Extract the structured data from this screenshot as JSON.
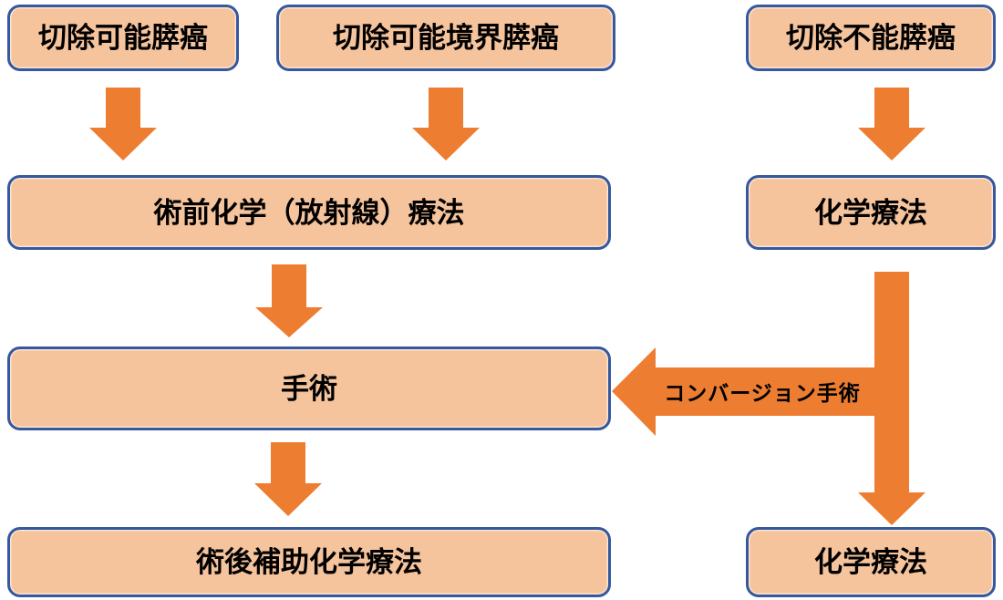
{
  "colors": {
    "box_fill": "#F5C39C",
    "box_border": "#35589E",
    "arrow": "#ED7D31",
    "text": "#000000",
    "background": "#FFFFFF"
  },
  "diagram": {
    "title": "",
    "boxes": [
      {
        "id": "resectable",
        "label": "切除可能膵癌"
      },
      {
        "id": "borderline",
        "label": "切除可能境界膵癌"
      },
      {
        "id": "unresectable",
        "label": "切除不能膵癌"
      },
      {
        "id": "neoadjuvant",
        "label": "術前化学（放射線）療法"
      },
      {
        "id": "chemo-first",
        "label": "化学療法"
      },
      {
        "id": "surgery",
        "label": "手術"
      },
      {
        "id": "adjuvant",
        "label": "術後補助化学療法"
      },
      {
        "id": "chemo-second",
        "label": "化学療法"
      }
    ],
    "conversion_arrow_label": "コンバージョン手術",
    "edges": [
      {
        "from": "切除可能膵癌",
        "to": "術前化学（放射線）療法",
        "direction": "down"
      },
      {
        "from": "切除可能境界膵癌",
        "to": "術前化学（放射線）療法",
        "direction": "down"
      },
      {
        "from": "切除不能膵癌",
        "to": "化学療法",
        "direction": "down"
      },
      {
        "from": "術前化学（放射線）療法",
        "to": "手術",
        "direction": "down"
      },
      {
        "from": "手術",
        "to": "術後補助化学療法",
        "direction": "down"
      },
      {
        "from": "化学療法",
        "to": "化学療法",
        "direction": "down"
      },
      {
        "from": "化学療法",
        "to": "手術",
        "direction": "left",
        "label": "コンバージョン手術"
      }
    ]
  }
}
